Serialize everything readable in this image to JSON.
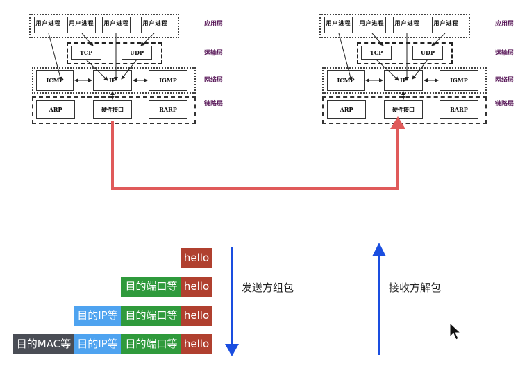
{
  "sender_stack": {
    "process_label": "用户进程",
    "tcp": "TCP",
    "udp": "UDP",
    "icmp": "ICMP",
    "ip": "IP",
    "igmp": "IGMP",
    "arp": "ARP",
    "hw": "硬件接口",
    "rarp": "RARP"
  },
  "receiver_stack": {
    "process_label": "用户进程",
    "tcp": "TCP",
    "udp": "UDP",
    "icmp": "ICMP",
    "ip": "IP",
    "igmp": "IGMP",
    "arp": "ARP",
    "hw": "硬件接口",
    "rarp": "RARP"
  },
  "layer_labels": {
    "application": "应用层",
    "transport": "运输层",
    "network": "网络层",
    "link": "链路层"
  },
  "packet_tags": {
    "mac": "目的MAC等",
    "ip": "目的IP等",
    "port": "目的端口等",
    "payload": "hello"
  },
  "directions": {
    "send": "发送方组包",
    "receive": "接收方解包"
  },
  "colors": {
    "mac": "#4a4d55",
    "ip": "#4ea3f0",
    "port": "#2f9a3c",
    "payload": "#b0402f",
    "wire": "#e05a5a",
    "arrow": "#1a4ee0"
  }
}
